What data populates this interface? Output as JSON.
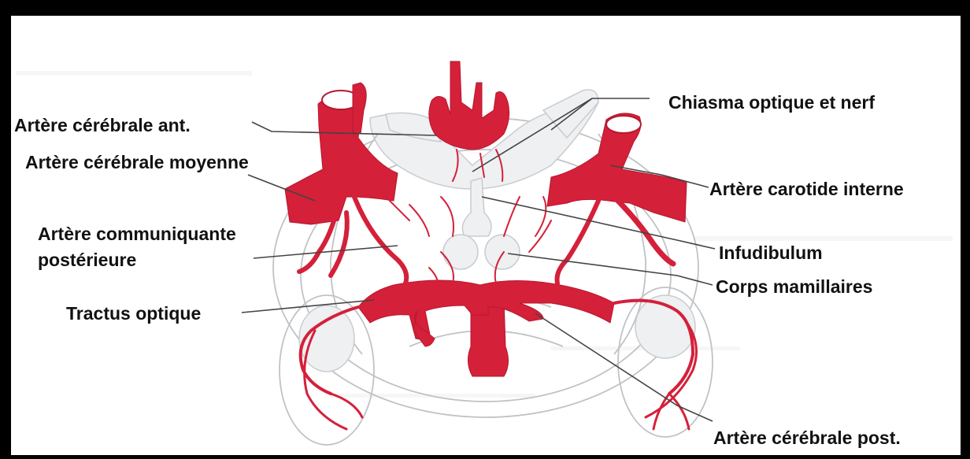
{
  "labels": {
    "chiasma": "Chiasma optique et nerf",
    "cerebrale_ant": "Artère cérébrale ant.",
    "cerebrale_moyenne": "Artère cérébrale moyenne",
    "carotide_interne": "Artère carotide interne",
    "communiquante_line1": "Artère communiquante",
    "communiquante_line2": "postérieure",
    "infudibulum": "Infudibulum",
    "corps_mamillaires": "Corps mamillaires",
    "tractus_optique": "Tractus optique",
    "cerebrale_post": "Artère cérébrale post."
  },
  "colors": {
    "artery": "#d5203a",
    "frame": "#000000",
    "background": "#ffffff",
    "text": "#111111"
  }
}
